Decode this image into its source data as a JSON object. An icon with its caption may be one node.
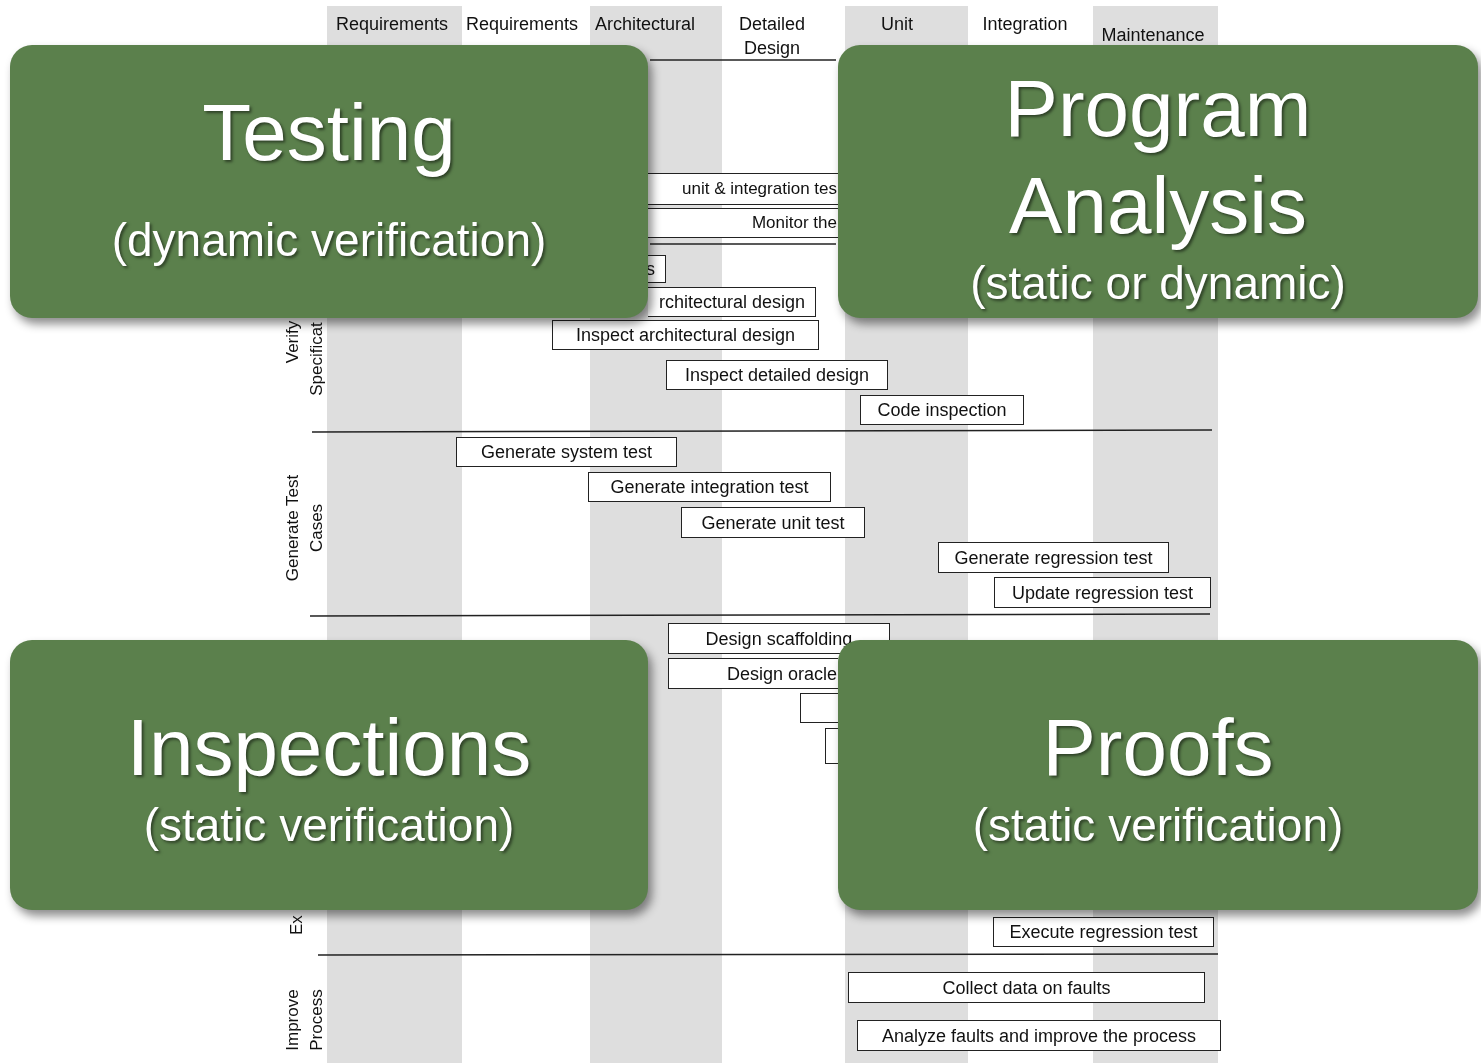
{
  "diagram": {
    "nodes": [
      {
        "text": [
          "unit & integration tes"
        ]
      },
      {
        "text": [
          "Monitor the"
        ]
      },
      {
        "text": [
          "s"
        ]
      },
      {
        "text": [
          "rchitectural design"
        ]
      },
      {
        "text": [
          "Inspect architectural design"
        ]
      },
      {
        "text": [
          "Inspect detailed design"
        ]
      },
      {
        "text": [
          "Code inspection"
        ]
      },
      {
        "text": [
          "Generate system test"
        ]
      },
      {
        "text": [
          "Generate integration test"
        ]
      },
      {
        "text": [
          "Generate unit test"
        ]
      },
      {
        "text": [
          "Generate regression test"
        ]
      },
      {
        "text": [
          "Update regression test"
        ]
      },
      {
        "text": [
          "Design scaffolding"
        ]
      },
      {
        "text": [
          "Design oracle"
        ]
      },
      {
        "text": [],
        "shape": "box"
      },
      {
        "text": [],
        "shape": "box"
      },
      {
        "text": [
          "Execute regression test"
        ]
      },
      {
        "text": [
          "Collect data on faults"
        ]
      },
      {
        "text": [
          "Analyze faults and improve the process"
        ]
      },
      {
        "text": [
          "Testing",
          "(dynamic verification)"
        ]
      },
      {
        "text": [
          "Program Analysis",
          "(static or dynamic)"
        ]
      },
      {
        "text": [
          "Inspections",
          "(static verification)"
        ]
      },
      {
        "text": [
          "Proofs",
          "(static verification)"
        ]
      }
    ],
    "edges": [],
    "labels": [
      "Requirements",
      "Requirements",
      "Architectural",
      "Detailed Design",
      "Unit",
      "Integration",
      "Maintenance",
      "Verify",
      "Specificat",
      "Generate Test Cases",
      "Ex",
      "Improve Process"
    ]
  }
}
